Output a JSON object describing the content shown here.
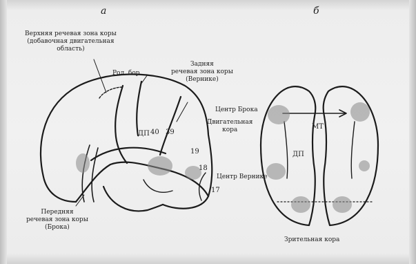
{
  "figure": {
    "label_a": "а",
    "label_b": "б",
    "panel_a": {
      "upper_speech_zone": [
        "Верхняя речевая зона коры",
        "(добавочная двигательная",
        "область)"
      ],
      "rolandic_sulcus": "Рол. бор",
      "posterior_speech_zone": [
        "Задняя",
        "речевая зона коры",
        "(Вернике)"
      ],
      "anterior_speech_zone": [
        "Передняя",
        "речевая зона коры",
        "(Брока)"
      ],
      "areas": {
        "dp": "ДП",
        "a40": "40",
        "a39": "39",
        "a19": "19",
        "a18": "18",
        "a17": "17"
      }
    },
    "panel_b": {
      "broca_center": "Центр Брока",
      "motor_cortex": [
        "Двигательная",
        "кора"
      ],
      "wernicke_center": "Центр Вернике",
      "dp": "ДП",
      "mt": "МТ",
      "visual_cortex": "Зрительная кора"
    }
  }
}
